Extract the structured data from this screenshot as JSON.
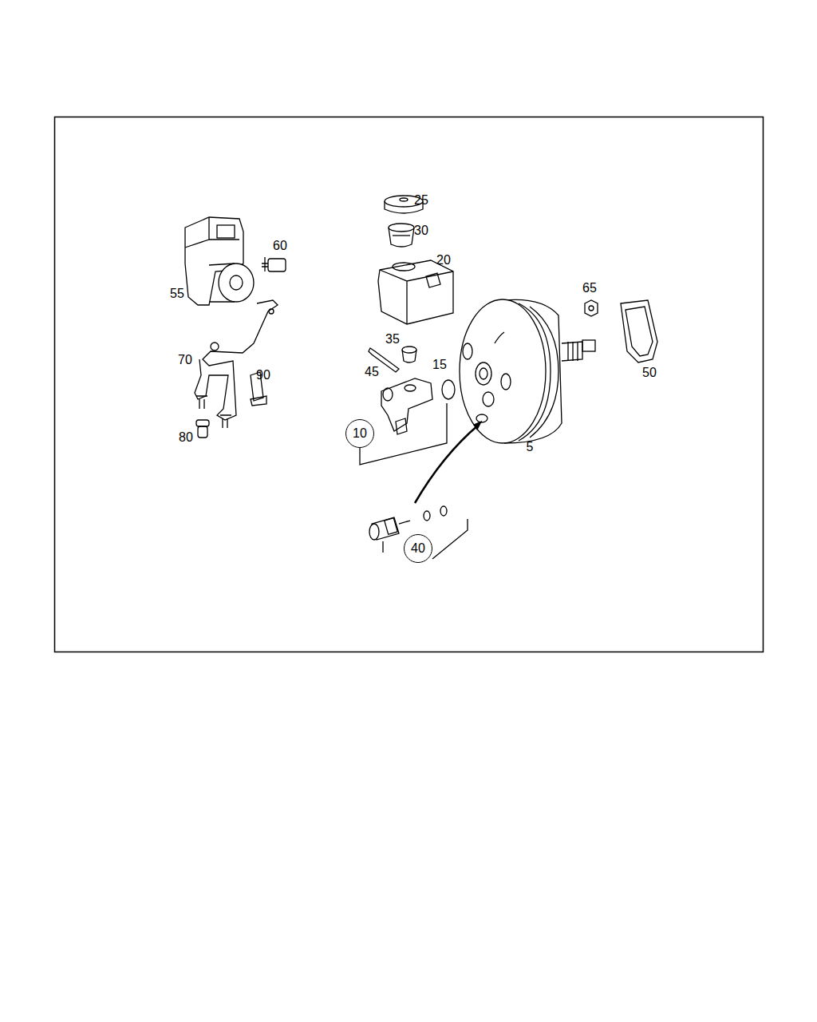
{
  "diagram": {
    "nodes": [
      {
        "text": [
          "10"
        ]
      },
      {
        "text": [
          "40"
        ]
      }
    ],
    "labels": [
      "25",
      "30",
      "60",
      "20",
      "55",
      "65",
      "35",
      "70",
      "15",
      "45",
      "90",
      "50",
      "5",
      "80"
    ]
  }
}
